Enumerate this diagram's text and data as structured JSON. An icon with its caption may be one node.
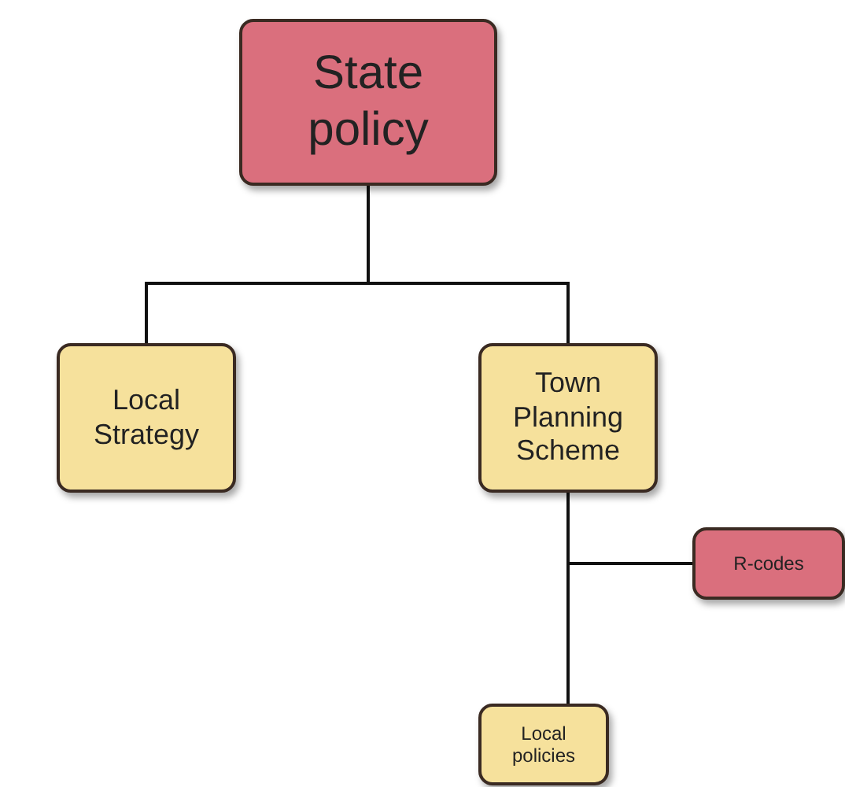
{
  "diagram": {
    "nodes": [
      {
        "text": [
          "State policy"
        ]
      },
      {
        "text": [
          "Local Strategy"
        ]
      },
      {
        "text": [
          "Town Planning Scheme"
        ]
      },
      {
        "text": [
          "R-codes"
        ]
      },
      {
        "text": [
          "Local policies"
        ]
      }
    ],
    "edges": [
      {
        "from": 0,
        "to": 1,
        "arrow": "none"
      },
      {
        "from": 0,
        "to": 2,
        "arrow": "none"
      },
      {
        "from": 2,
        "to": 3,
        "arrow": "none"
      },
      {
        "from": 2,
        "to": 4,
        "arrow": "none"
      }
    ]
  }
}
